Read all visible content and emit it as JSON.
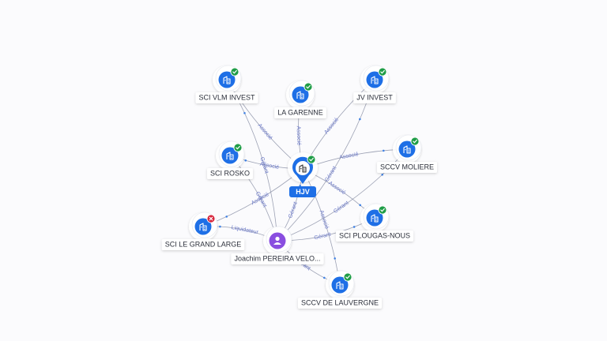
{
  "colors": {
    "accent": "#1e6fe6",
    "person": "#8a4ee0",
    "ok": "#1f9d47",
    "closed": "#d7263d",
    "edge": "#8d93a8",
    "edge_label": "#6a78c8"
  },
  "icons": {
    "company": "building-icon",
    "person": "person-icon",
    "active": "check-badge-icon",
    "closed": "x-badge-icon"
  },
  "center": {
    "label": "HJV",
    "status": "active"
  },
  "nodes": [
    {
      "id": "vlm",
      "label": "SCI VLM INVEST",
      "type": "company",
      "status": "active"
    },
    {
      "id": "garenne",
      "label": "LA GARENNE",
      "type": "company",
      "status": "active"
    },
    {
      "id": "jv",
      "label": "JV INVEST",
      "type": "company",
      "status": "active"
    },
    {
      "id": "moliere",
      "label": "SCCV MOLIERE",
      "type": "company",
      "status": "active"
    },
    {
      "id": "rosko",
      "label": "SCI ROSKO",
      "type": "company",
      "status": "active"
    },
    {
      "id": "plougas",
      "label": "SCI PLOUGAS-NOUS",
      "type": "company",
      "status": "active"
    },
    {
      "id": "grandlarge",
      "label": "SCI LE GRAND LARGE",
      "type": "company",
      "status": "closed"
    },
    {
      "id": "person",
      "label": "Joachim PEREIRA VELO...",
      "type": "person",
      "status": "none"
    },
    {
      "id": "auvergne",
      "label": "SCCV DE LAUVERGNE",
      "type": "company",
      "status": "active"
    }
  ],
  "edges": [
    {
      "from": "hjv",
      "to": "vlm",
      "label": "Associé"
    },
    {
      "from": "hjv",
      "to": "garenne",
      "label": "Associé"
    },
    {
      "from": "hjv",
      "to": "jv",
      "label": "Associé"
    },
    {
      "from": "hjv",
      "to": "moliere",
      "label": "Associé"
    },
    {
      "from": "hjv",
      "to": "rosko",
      "label": "Associé"
    },
    {
      "from": "hjv",
      "to": "plougas",
      "label": "Associé"
    },
    {
      "from": "hjv",
      "to": "auvergne",
      "label": "Associé"
    },
    {
      "from": "hjv",
      "to": "grandlarge",
      "label": "Associé"
    },
    {
      "from": "person",
      "to": "hjv",
      "label": "Gérant"
    },
    {
      "from": "person",
      "to": "grandlarge",
      "label": "Liquidateur"
    },
    {
      "from": "person",
      "to": "vlm",
      "label": "Gérant"
    },
    {
      "from": "person",
      "to": "rosko",
      "label": "Gérant"
    },
    {
      "from": "person",
      "to": "jv",
      "label": "Gérant"
    },
    {
      "from": "person",
      "to": "plougas",
      "label": "Gérant"
    },
    {
      "from": "person",
      "to": "auvergne",
      "label": "Gérant"
    },
    {
      "from": "person",
      "to": "moliere",
      "label": "Gérant"
    }
  ]
}
